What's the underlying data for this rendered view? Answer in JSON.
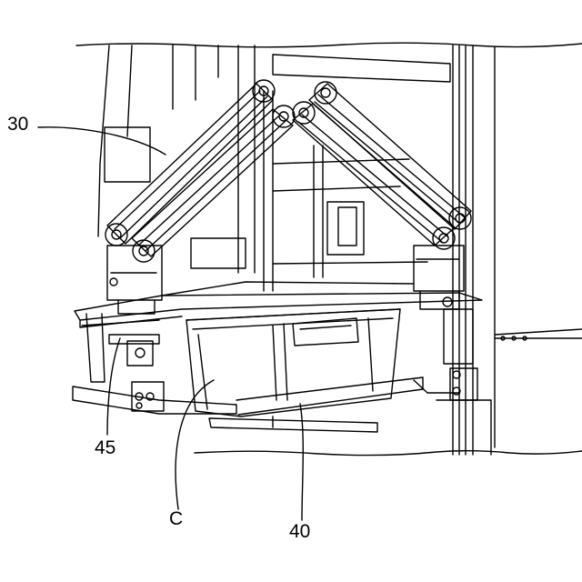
{
  "figure": {
    "reference_labels": {
      "label_30": "30",
      "label_45": "45",
      "label_c": "C",
      "label_40": "40"
    },
    "line_color": "#000000",
    "background_color": "#ffffff"
  }
}
